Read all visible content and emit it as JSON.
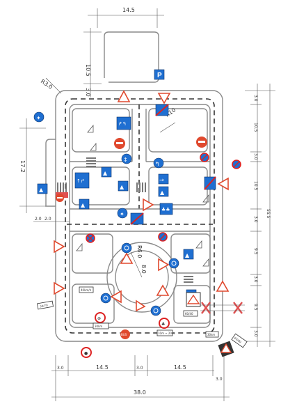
{
  "dimensions": {
    "top_width": "14.5",
    "top_height": "10.5",
    "top_offset": "3.0",
    "corner_radius": "R3.0",
    "left_height": "17.2",
    "left_lane_a": "2.0",
    "left_lane_b": "2.0",
    "inner_radius": "R10",
    "roundabout_radius": "R6.0",
    "roundabout_inner": "8.0",
    "right_stack": [
      "3.0",
      "10.5",
      "3.0",
      "10.5",
      "3.0",
      "9.5",
      "3.0",
      "9.5",
      "3.0"
    ],
    "right_total": "55.5",
    "bottom_parts": [
      "3.0",
      "14.5",
      "3.0",
      "14.5"
    ],
    "bottom_right": "3.0",
    "bottom_total": "38.0"
  },
  "signs": {
    "parking": "P",
    "plate_labels": [
      "30/70",
      "40km/h",
      "30km",
      "60/40",
      "30km",
      "60/80",
      "10m ~ 20m"
    ],
    "bus_sign": "BUS"
  },
  "colors": {
    "sign_blue": "#1f6fd1",
    "warning_red": "#e0492e",
    "road_grey": "#8a8a8a",
    "crossing_red": "#e05050"
  }
}
